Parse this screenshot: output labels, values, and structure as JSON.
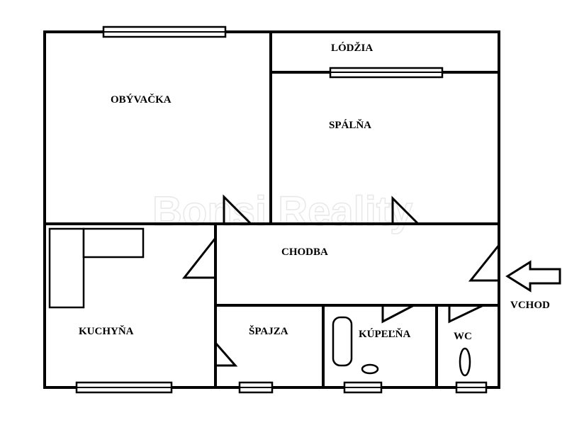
{
  "rooms": {
    "living_room": "OBÝVAČKA",
    "loggia": "LÓDŽIA",
    "bedroom": "SPÁLŇA",
    "hallway": "CHODBA",
    "kitchen": "KUCHYŇA",
    "pantry": "ŠPAJZA",
    "bathroom": "KÚPEĽŇA",
    "wc": "WC"
  },
  "entrance": {
    "label": "VCHOD"
  },
  "watermark": "Bonsi Reality"
}
